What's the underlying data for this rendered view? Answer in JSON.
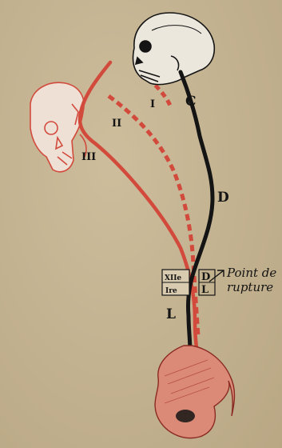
{
  "colors": {
    "paper": "#c4b392",
    "red": "#d24a3c",
    "black": "#141414",
    "bone_fill": "#ebe7dc",
    "pelvis_fill": "#dc8a78"
  },
  "labels": {
    "I": "I",
    "II": "II",
    "III": "III",
    "C": "C",
    "D_mid": "D",
    "D_box": "D",
    "L_box": "L",
    "L": "L",
    "xii": "XIIe",
    "ire": "Ire",
    "point_line1": "Point de",
    "point_line2": "rupture"
  }
}
